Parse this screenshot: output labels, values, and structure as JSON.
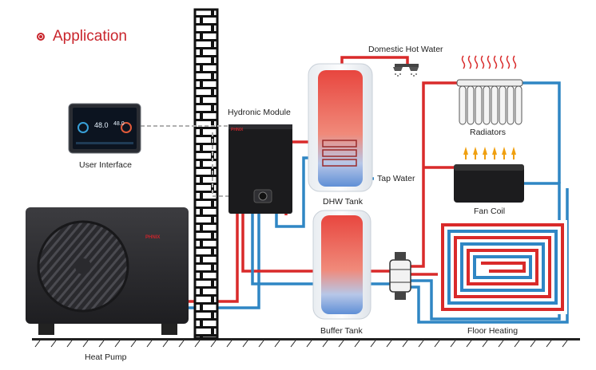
{
  "header": {
    "title": "Application"
  },
  "labels": {
    "user_interface": "User Interface",
    "hydronic_module": "Hydronic Module",
    "domestic_hot_water": "Domestic Hot Water",
    "tap_water": "Tap Water",
    "dhw_tank": "DHW Tank",
    "buffer_tank": "Buffer Tank",
    "radiators": "Radiators",
    "fan_coil": "Fan Coil",
    "floor_heating": "Floor Heating",
    "heat_pump": "Heat Pump"
  },
  "display": {
    "reading_left": "48.0",
    "reading_right": "48.0"
  },
  "brand": {
    "logo": "PHNIX"
  },
  "colors": {
    "hot": "#d92a2a",
    "cold": "#2f86c4",
    "accent": "#c9252c",
    "wall": "#111111"
  }
}
